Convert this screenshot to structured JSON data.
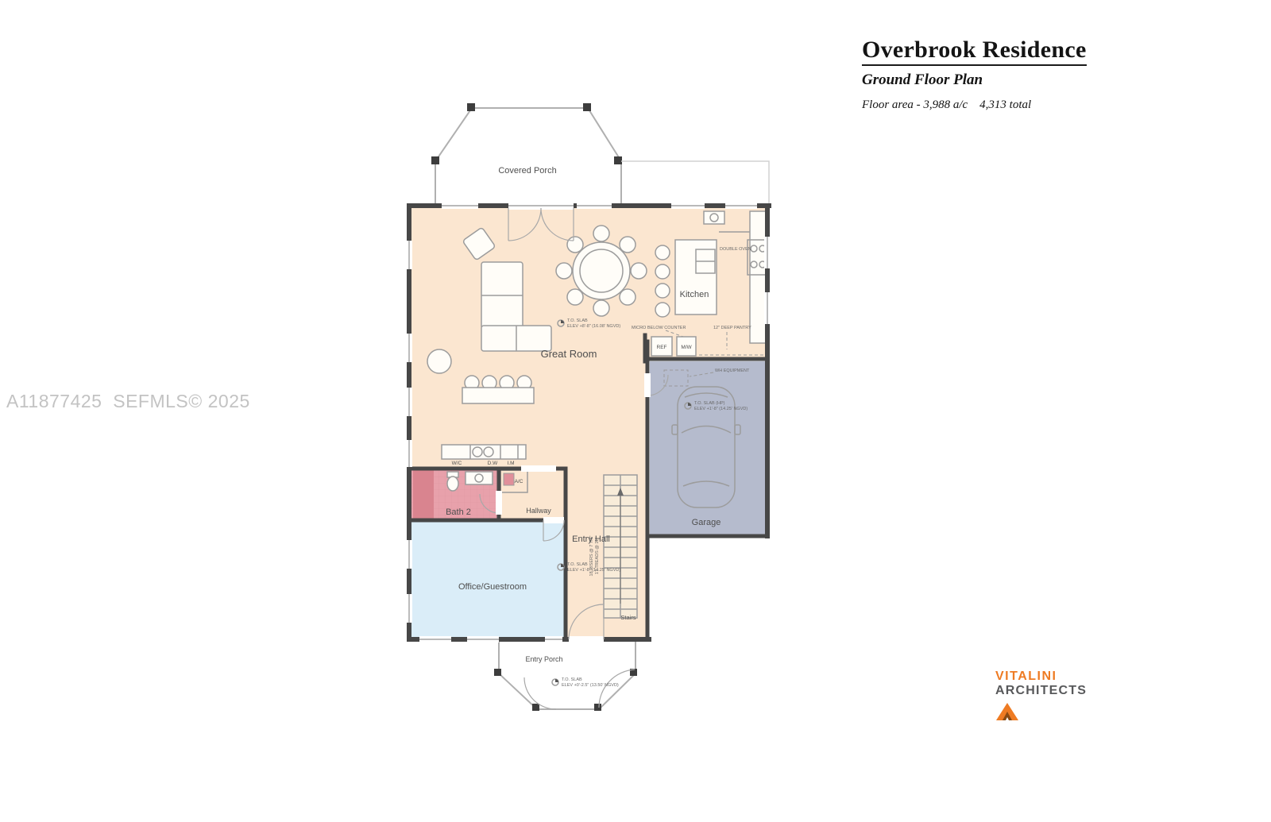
{
  "title_block": {
    "title": "Overbrook Residence",
    "subtitle": "Ground Floor Plan",
    "floor_area": "Floor area - 3,988 a/c    4,313 total"
  },
  "watermark": "A11877425  SEFMLS© 2025",
  "logo": {
    "name": "VITALINI",
    "type": "ARCHITECTS"
  },
  "rooms": {
    "covered_porch": "Covered Porch",
    "great_room": "Great Room",
    "kitchen": "Kitchen",
    "garage": "Garage",
    "bath2": "Bath 2",
    "hallway": "Hallway",
    "entry_hall": "Entry Hall",
    "office": "Office/Guestroom",
    "stairs": "Stairs",
    "entry_porch": "Entry Porch"
  },
  "annotations": {
    "double_oven": "DOUBLE OVEN",
    "micro_below_counter": "MICRO BELOW COUNTER",
    "deep_pantry": "12\" DEEP PANTRY",
    "ref": "REF",
    "mw": "M/W",
    "wh_equipment": "WH EQUIPMENT",
    "ac": "A/C",
    "wc": "W/C",
    "dw": "D.W",
    "im": "I.M",
    "slab_great_1": "T.O. SLAB",
    "slab_great_2": "ELEV +8'-8\" (16.08' NGVD)",
    "slab_garage_1": "T.O. SLAB (HP)",
    "slab_garage_2": "ELEV +1'-8\" (14.25' NGVD)",
    "slab_entry_1": "T.O. SLAB",
    "slab_entry_2": "ELEV +1'-8\" (14.25' NGVD)",
    "slab_porch_1": "T.O. SLAB",
    "slab_porch_2": "ELEV +0'-2.5\" (13.50' NGVD)",
    "stair_note_1": "18 RISERS @ 7 7/8\"",
    "stair_note_2": "17 TREADS @ 11\""
  },
  "colors": {
    "great_room_fill": "#fbe6d0",
    "office_fill": "#daedf8",
    "garage_fill": "#b5bbcd",
    "bath_fill": "#e8a1ab",
    "wall": "#474747",
    "accent_orange": "#ee7b23"
  }
}
